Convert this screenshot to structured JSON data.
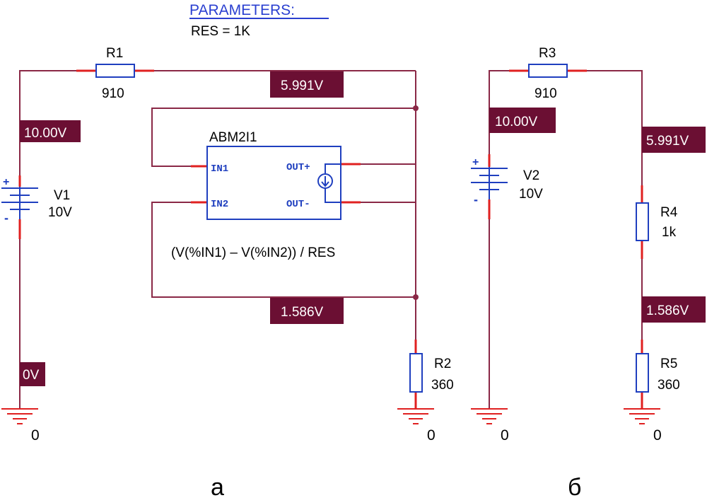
{
  "colors": {
    "wire": "#8a2846",
    "component": "#1f3fbf",
    "pin": "#e02020",
    "ground": "#e02020",
    "label_fill": "#6b0f33",
    "label_text": "#ffffff",
    "text": "#000000",
    "link": "#2a3fd0"
  },
  "parameters": {
    "title": "PARAMETERS:",
    "value": "RES = 1K"
  },
  "circuit_a": {
    "caption": "а",
    "r1": {
      "name": "R1",
      "value": "910"
    },
    "r2": {
      "name": "R2",
      "value": "360"
    },
    "v1": {
      "name": "V1",
      "value": "10V"
    },
    "abm": {
      "name": "ABM2I1",
      "in1": "IN1",
      "in2": "IN2",
      "out_plus": "OUT+",
      "out_minus": "OUT-",
      "expression": "(V(%IN1) – V(%IN2)) / RES"
    },
    "voltages": {
      "v_top": "10.00V",
      "v_mid": "5.991V",
      "v_low": "1.586V",
      "v_ground": "0V"
    },
    "ground_left": "0",
    "ground_right": "0"
  },
  "circuit_b": {
    "caption": "б",
    "r3": {
      "name": "R3",
      "value": "910"
    },
    "r4": {
      "name": "R4",
      "value": "1k"
    },
    "r5": {
      "name": "R5",
      "value": "360"
    },
    "v2": {
      "name": "V2",
      "value": "10V"
    },
    "voltages": {
      "v_top": "10.00V",
      "v_mid": "5.991V",
      "v_low": "1.586V"
    },
    "ground_left": "0",
    "ground_right": "0"
  },
  "battery_plus": "+",
  "battery_minus": "-"
}
